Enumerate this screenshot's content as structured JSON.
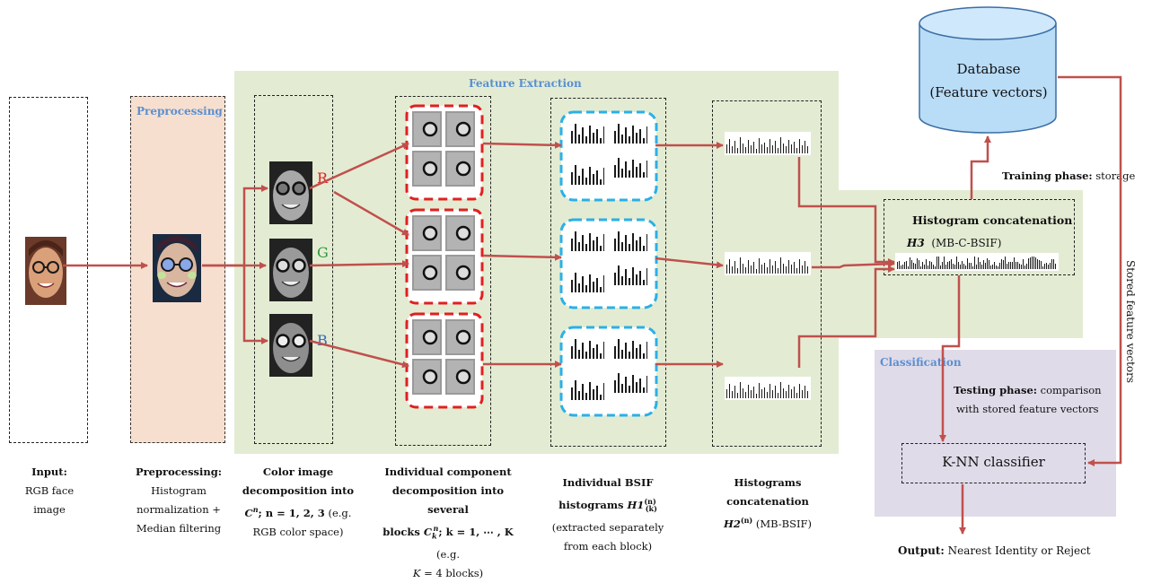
{
  "regions": {
    "feature_extraction": "Feature Extraction",
    "preprocessing": "Preprocessing",
    "classification": "Classification"
  },
  "channels": {
    "r": "R",
    "g": "G",
    "b": "B"
  },
  "database": {
    "label": "Database (Feature vectors)"
  },
  "training": {
    "label_bold": "Training phase:",
    "label_rest": " storage"
  },
  "concat": {
    "title": "Histogram concatenation",
    "h3": "H3",
    "h3_desc": "(MB-C-BSIF)"
  },
  "stored_vectors": "Stored feature vectors",
  "testing": {
    "label_bold": "Testing phase:",
    "line1_rest": " comparison",
    "line2": "with stored feature vectors"
  },
  "knn": {
    "label": "K-NN classifier"
  },
  "output": {
    "label_bold": "Output:",
    "label_rest": " Nearest Identity or Reject"
  },
  "captions": {
    "input": {
      "title": "Input:",
      "l1": "RGB face",
      "l2": "image"
    },
    "preprocessing": {
      "title": "Preprocessing:",
      "l1": "Histogram",
      "l2": "normalization +",
      "l3": "Median filtering"
    },
    "color": {
      "l1": "Color image",
      "l2": "decomposition into",
      "l3a": "C",
      "l3b": "n",
      "l3c": "; n = 1, 2, 3",
      "l3d": " (e.g.",
      "l4": "RGB color space)"
    },
    "component": {
      "l1": "Individual component",
      "l2": "decomposition into several",
      "l3a": "blocks ",
      "l3b": "C",
      "l3c": "k",
      "l3d": "n",
      "l3e": "; k = 1, ⋯ , K",
      "l3f": " (e.g.",
      "l4a": "K",
      "l4b": " = 4 blocks)"
    },
    "bsif": {
      "l1": "Individual BSIF",
      "l2a": "histograms ",
      "l2b": "H1",
      "l2c": "(n)",
      "l2d": "(k)",
      "l3": "(extracted separately",
      "l4": "from each block)"
    },
    "histconcat": {
      "l1": "Histograms",
      "l2": "concatenation",
      "l3a": "H2",
      "l3b": "(n)",
      "l3c": " (MB-BSIF)"
    }
  }
}
